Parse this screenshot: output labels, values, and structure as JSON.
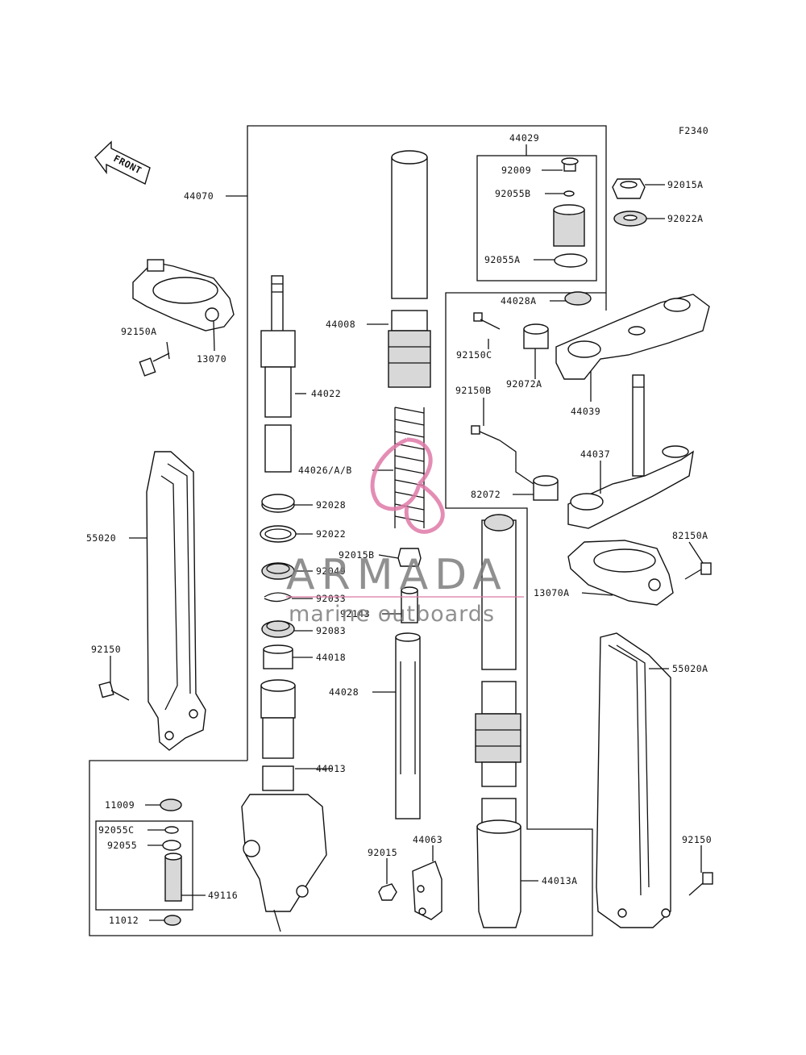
{
  "figure_code": "F2340",
  "front_label": "FRONT",
  "watermark": {
    "brand": "ARMADA",
    "tagline": "marine outboards",
    "accent": "#e07aa8"
  },
  "colors": {
    "line": "#111111",
    "watermark_text": "#7d7d7d",
    "watermark_logo": "#e07aa8"
  },
  "labels": {
    "p44070": "44070",
    "p44029": "44029",
    "p92009": "92009",
    "p92055B": "92055B",
    "p92055A": "92055A",
    "p44028A": "44028A",
    "p92015A": "92015A",
    "p92022A": "92022A",
    "p92150A": "92150A",
    "p13070": "13070",
    "p44008": "44008",
    "p44022": "44022",
    "p92150C": "92150C",
    "p92072A": "92072A",
    "p44039": "44039",
    "p92150B": "92150B",
    "p44037": "44037",
    "p44026": "44026/A/B",
    "p92028": "92028",
    "p82072": "82072",
    "p55020": "55020",
    "p92022": "92022",
    "p92015B": "92015B",
    "p92049": "92049",
    "p82150A": "82150A",
    "p92033": "92033",
    "p92143": "92143",
    "p13070A": "13070A",
    "p92083": "92083",
    "p92150": "92150",
    "p44018": "44018",
    "p55020A": "55020A",
    "p44028": "44028",
    "p44013": "44013",
    "p11009": "11009",
    "p92055C": "92055C",
    "p92055": "92055",
    "p92015": "92015",
    "p44063": "44063",
    "p92150r": "92150",
    "p49116": "49116",
    "p44013A": "44013A",
    "p11012": "11012"
  }
}
